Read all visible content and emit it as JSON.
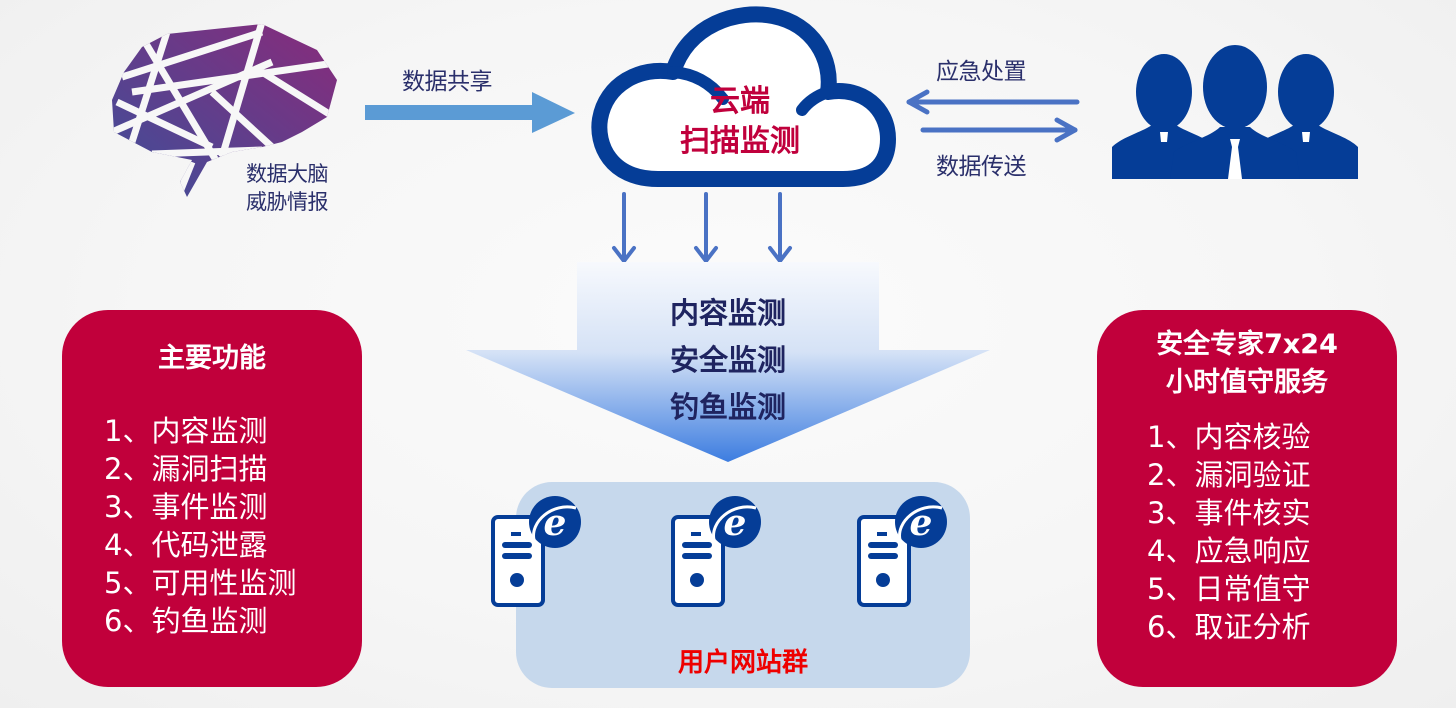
{
  "brain": {
    "icon": "brain-icon",
    "label_line1": "数据大脑",
    "label_line2": "威胁情报"
  },
  "data_share": {
    "label": "数据共享",
    "icon": "arrow-right-icon"
  },
  "cloud": {
    "icon": "cloud-icon",
    "title_line1": "云端",
    "title_line2": "扫描监测"
  },
  "experts_link": {
    "emergency_label": "应急处置",
    "transfer_label": "数据传送",
    "icon": "people-icon"
  },
  "monitoring": {
    "items": [
      "内容监测",
      "安全监测",
      "钓鱼监测"
    ]
  },
  "website_group": {
    "title": "用户网站群",
    "server_icon": "server-ie-icon",
    "server_count": 3
  },
  "main_functions": {
    "title": "主要功能",
    "items": [
      "1、内容监测",
      "2、漏洞扫描",
      "3、事件监测",
      "4、代码泄露",
      "5、可用性监测",
      "6、钓鱼监测"
    ]
  },
  "expert_service": {
    "title_line1": "安全专家7x24",
    "title_line2": "小时值守服务",
    "items": [
      "1、内容核验",
      "2、漏洞验证",
      "3、事件核实",
      "4、应急响应",
      "5、日常值守",
      "6、取证分析"
    ]
  },
  "colors": {
    "brand_blue": "#053d97",
    "arrow_blue": "#4a72c4",
    "share_arrow": "#5b9bd5",
    "panel_red": "#c1003b",
    "cloud_text_red": "#c0003c",
    "site_title_red": "#ee0000",
    "dark_text": "#2a2f6b"
  }
}
